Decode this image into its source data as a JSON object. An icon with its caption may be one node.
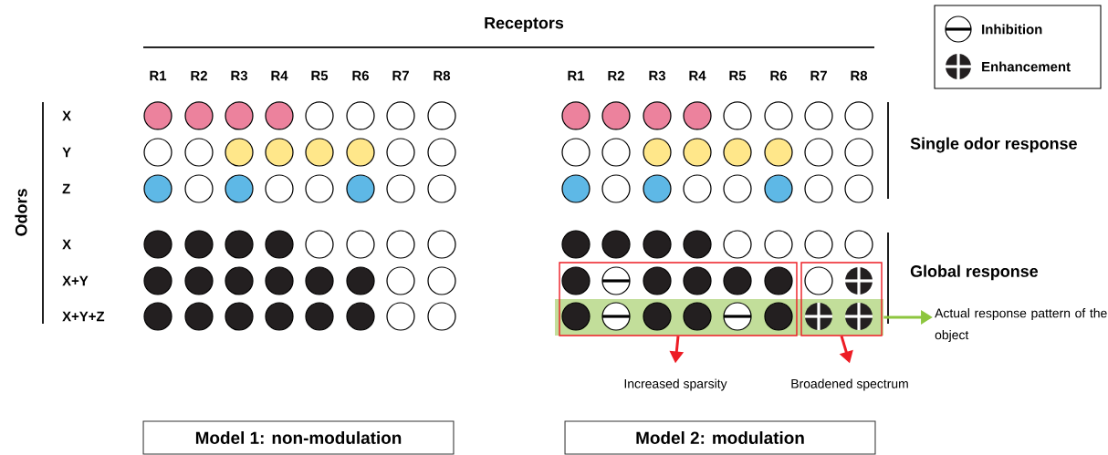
{
  "diagram": {
    "nodes": [
      {
        "text": [],
        "shape": "box"
      },
      {
        "text": [],
        "shape": "box"
      },
      {
        "text": [],
        "shape": "bar"
      },
      {
        "text": [
          "Actual response pattern of the object"
        ]
      },
      {
        "text": [
          "Increased sparsity"
        ]
      },
      {
        "text": [
          "Broadened spectrum"
        ]
      },
      {
        "text": [
          "Model 1: non-modulation"
        ]
      },
      {
        "text": [
          "Model 2: modulation"
        ]
      }
    ],
    "edges": [
      {
        "from": 0,
        "to": 4,
        "arrow": "to",
        "color": "#ed1c24"
      },
      {
        "from": 1,
        "to": 5,
        "arrow": "to",
        "color": "#ed1c24"
      },
      {
        "from": 2,
        "to": 3,
        "arrow": "to",
        "color": "#8dc63f"
      }
    ],
    "labels": [
      "Receptors",
      "R1",
      "R2",
      "R3",
      "R4",
      "R5",
      "R6",
      "R7",
      "R8",
      "R1",
      "R2",
      "R3",
      "R4",
      "R5",
      "R6",
      "R7",
      "R8",
      "Odors",
      "X",
      "Y",
      "Z",
      "X",
      "X+Y",
      "X+Y+Z",
      "Single odor response",
      "Global response"
    ],
    "legend": [
      {
        "text": "Inhibition"
      },
      {
        "text": "Enhancement"
      }
    ]
  }
}
